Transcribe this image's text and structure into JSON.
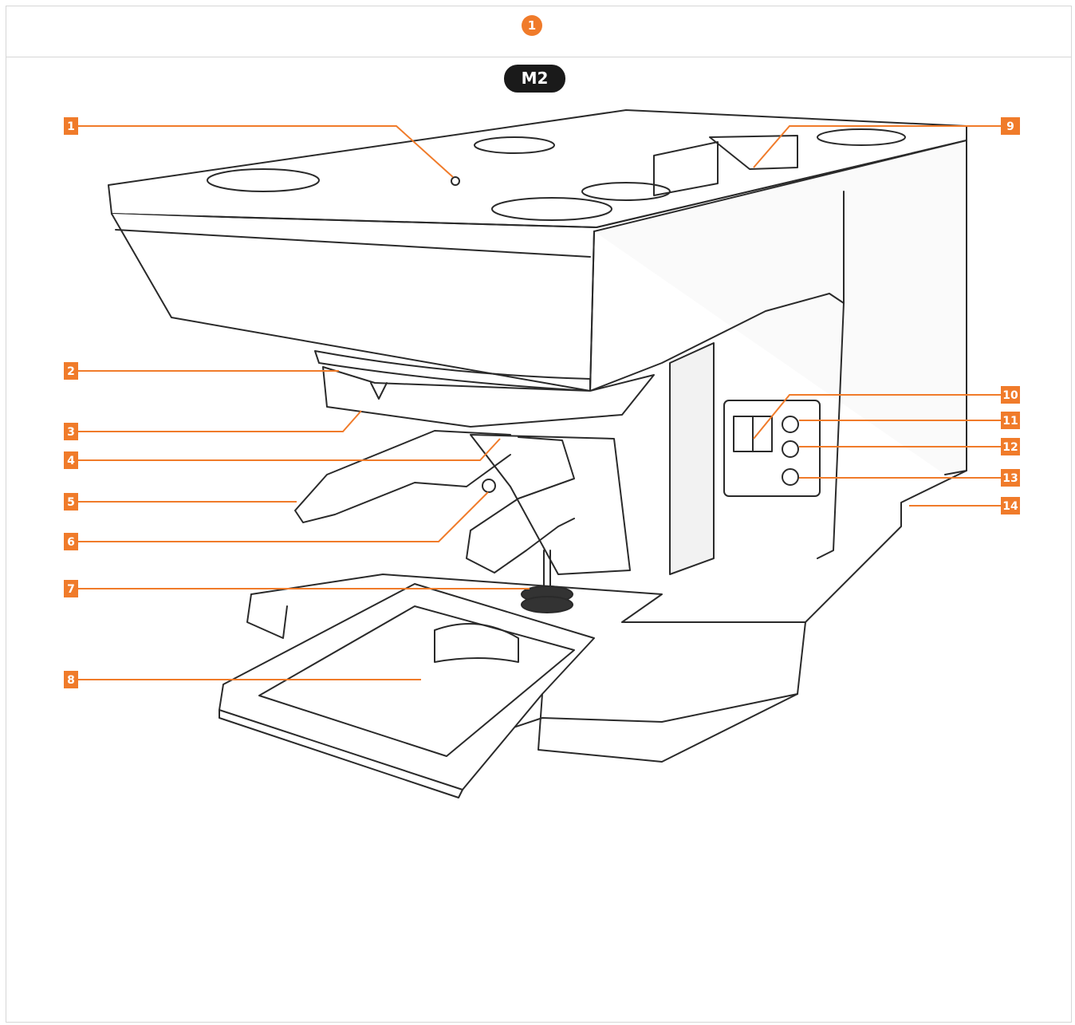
{
  "header": {
    "step_number": "1"
  },
  "model_badge": "M2",
  "colors": {
    "accent": "#f07b2a",
    "line": "#2a2a2a",
    "badge_dark": "#1a1a1a"
  },
  "callouts": [
    "1",
    "2",
    "3",
    "4",
    "5",
    "6",
    "7",
    "8",
    "9",
    "10",
    "11",
    "12",
    "13",
    "14"
  ]
}
